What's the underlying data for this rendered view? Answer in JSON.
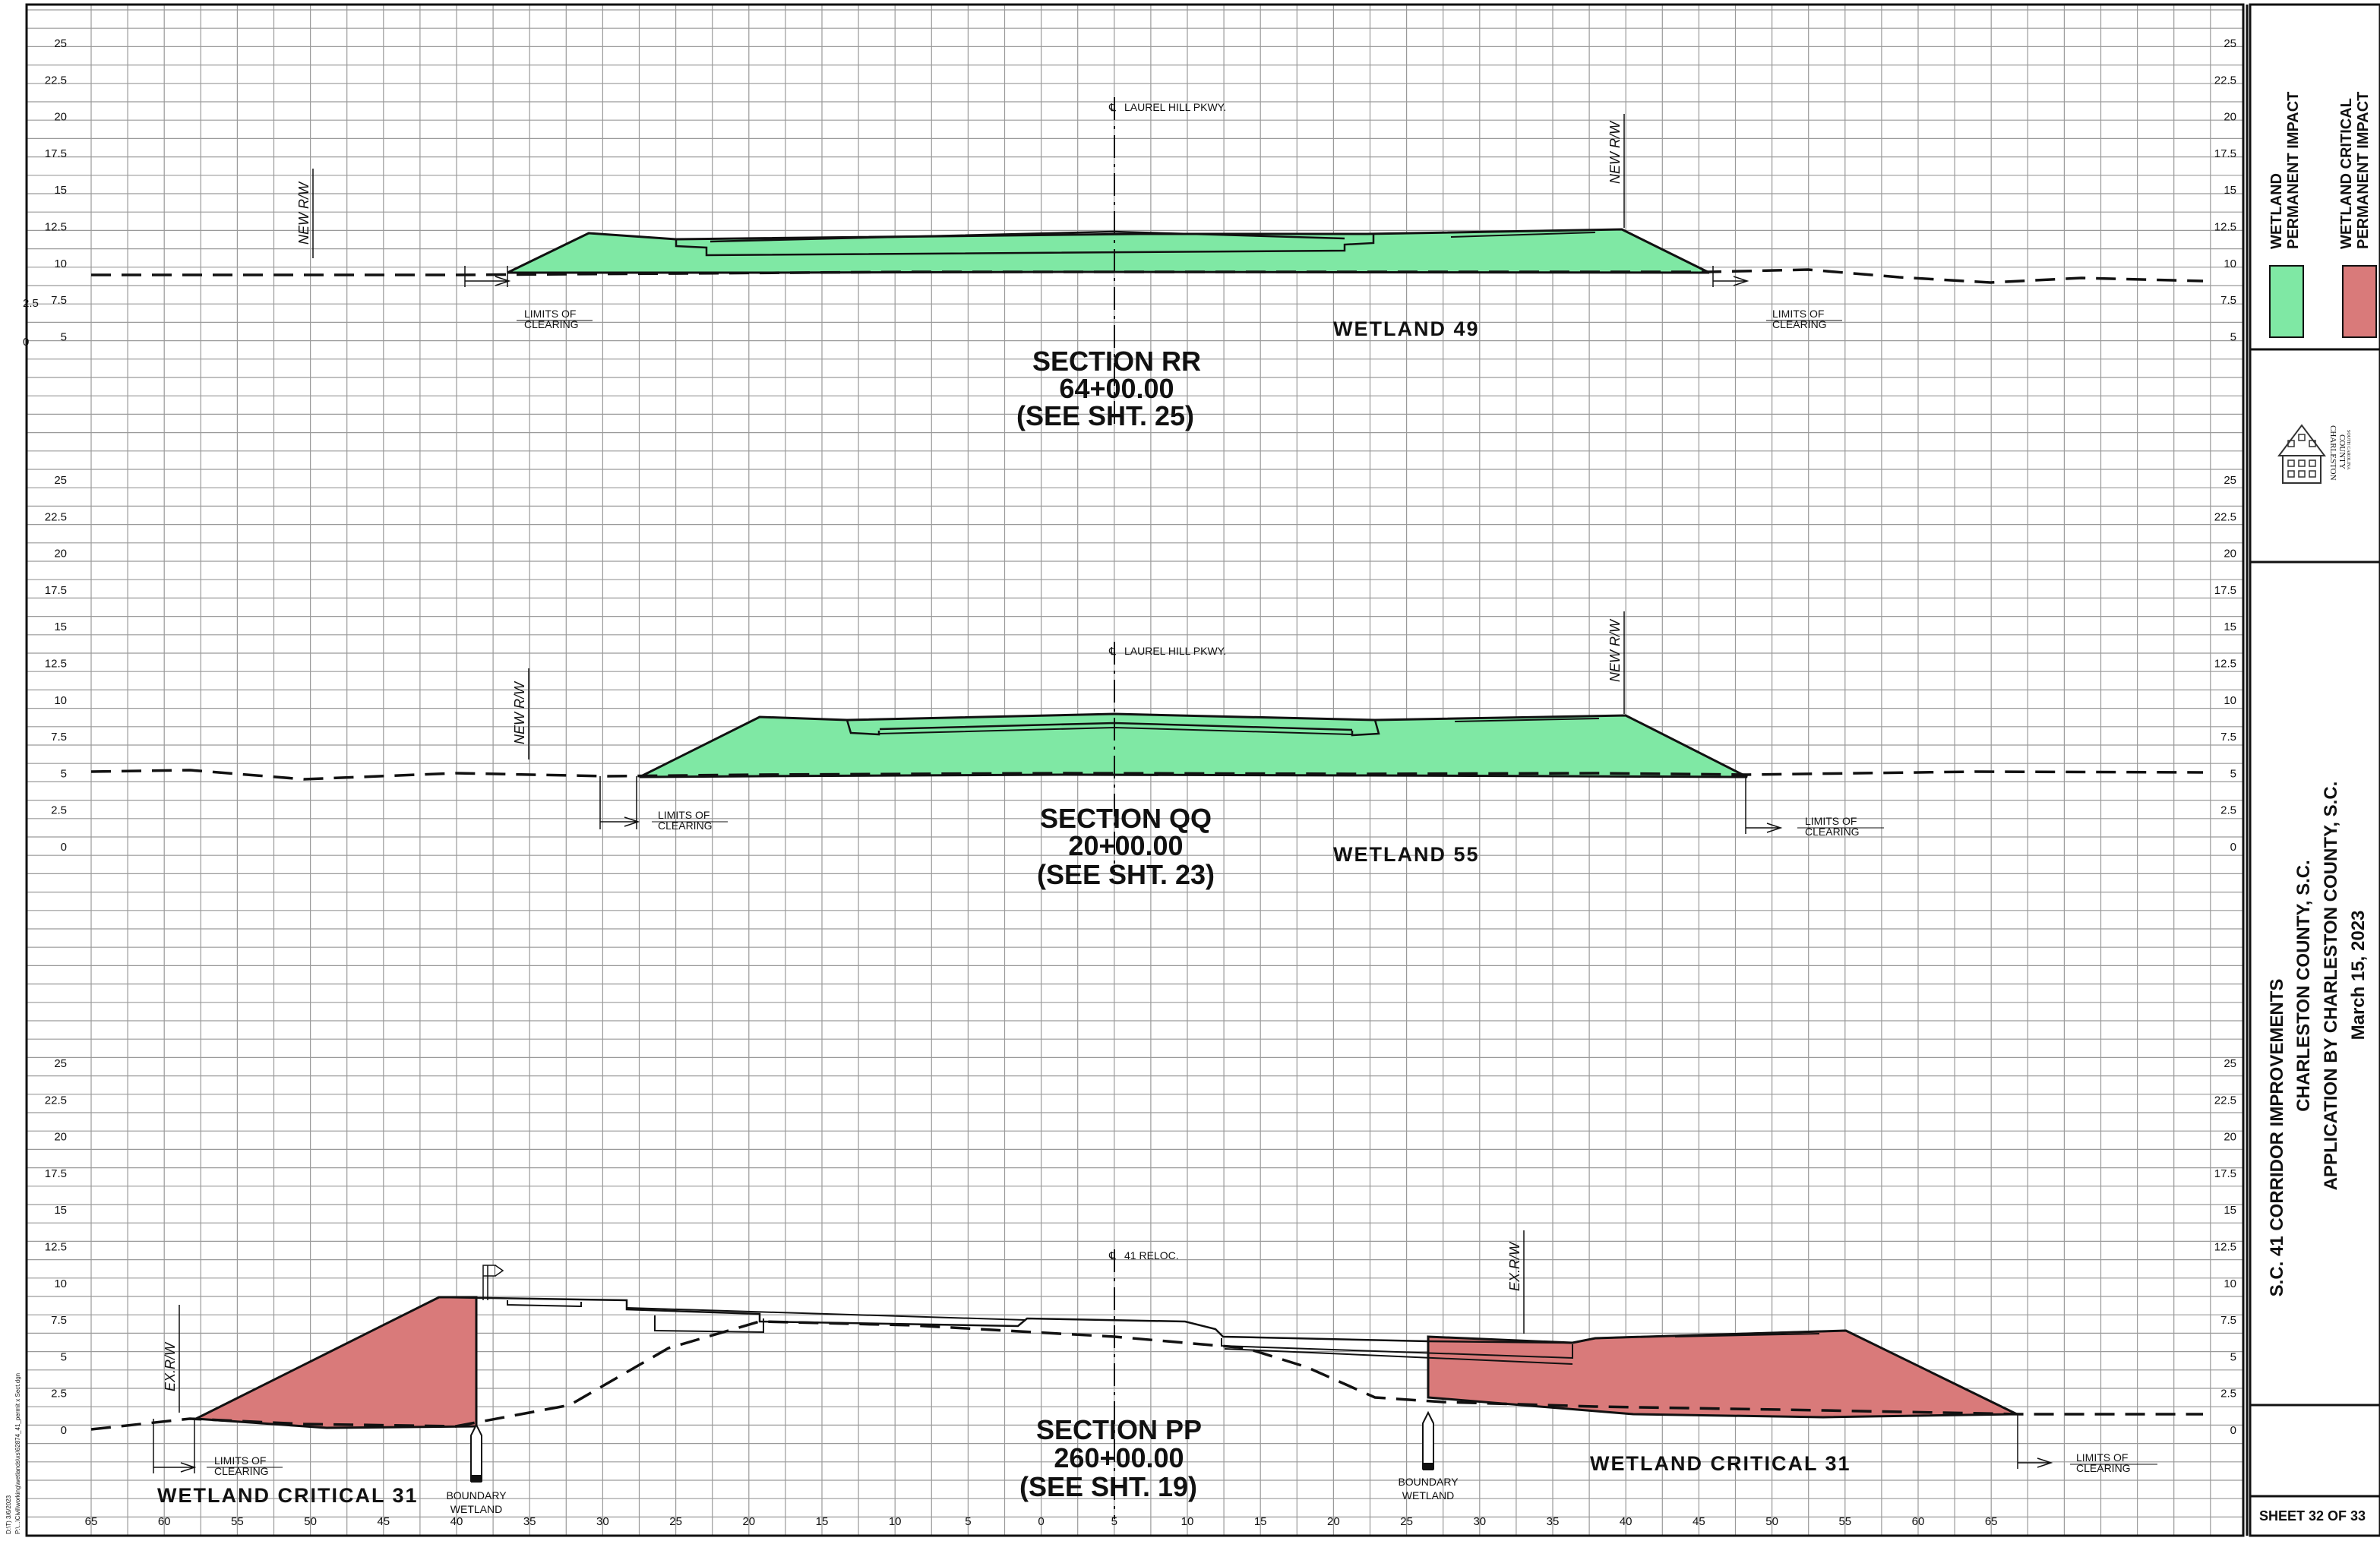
{
  "sheet": {
    "legend": {
      "wetland_label_1": "WETLAND",
      "wetland_label_2": "PERMANENT IMPACT",
      "wetland_color": "#7fe8a4",
      "critical_label_1": "WETLAND CRITICAL",
      "critical_label_2": "PERMANENT IMPACT",
      "critical_color": "#d97a7a"
    },
    "logo": {
      "line1": "CHARLESTON",
      "line2": "COUNTY",
      "line3": "SOUTH CAROLINA"
    },
    "title_block": {
      "line1": "S.C. 41 CORRIDOR IMPROVEMENTS",
      "line2": "CHARLESTON COUNTY, S.C.",
      "line3": "APPLICATION BY CHARLESTON COUNTY, S.C.",
      "line4": "March 15, 2023"
    },
    "sheet_number": "SHEET 32 OF 33",
    "plot_stamp_1": "D:\\T) 3/6/2023",
    "plot_stamp_2": "P:\\...\\Civil\\working\\wetlands\\xs\\62874_41_permit x Sect.dgn"
  },
  "elevation_ticks": [
    "25",
    "22.5",
    "20",
    "17.5",
    "15",
    "12.5",
    "10",
    "7.5",
    "5",
    "2.5",
    "0"
  ],
  "offset_ticks": [
    "65",
    "60",
    "55",
    "50",
    "45",
    "40",
    "35",
    "30",
    "25",
    "20",
    "15",
    "10",
    "5",
    "0",
    "5",
    "10",
    "15",
    "20",
    "25",
    "30",
    "35",
    "40",
    "45",
    "50",
    "55",
    "60",
    "65"
  ],
  "sections": [
    {
      "id": "RR",
      "title": "SECTION RR",
      "station": "64+00.00",
      "ref": "(SEE SHT. 25)",
      "centerline": "LAUREL HILL PKWY.",
      "wetland_label": "WETLAND 49",
      "left_rw": "NEW R/W",
      "right_rw": "NEW R/W",
      "left_clearing": [
        "LIMITS OF",
        "CLEARING"
      ],
      "right_clearing": [
        "LIMITS OF",
        "CLEARING"
      ],
      "side_ticks_left": [
        "25",
        "22.5",
        "20",
        "17.5",
        "15",
        "12.5",
        "10",
        "7.5",
        "5"
      ],
      "side_ticks_right": [
        "25",
        "22.5",
        "20",
        "17.5",
        "15",
        "12.5",
        "10",
        "7.5",
        "5"
      ],
      "extra_left_ticks": [
        "2.5",
        "0"
      ]
    },
    {
      "id": "QQ",
      "title": "SECTION QQ",
      "station": "20+00.00",
      "ref": "(SEE SHT. 23)",
      "centerline": "LAUREL HILL PKWY.",
      "wetland_label": "WETLAND 55",
      "left_rw": "NEW R/W",
      "right_rw": "NEW R/W",
      "left_clearing": [
        "LIMITS OF",
        "CLEARING"
      ],
      "right_clearing": [
        "LIMITS OF",
        "CLEARING"
      ]
    },
    {
      "id": "PP",
      "title": "SECTION PP",
      "station": "260+00.00",
      "ref": "(SEE SHT. 19)",
      "centerline": "41 RELOC.",
      "wetland_label_left": "WETLAND CRITICAL 31",
      "wetland_label_right": "WETLAND CRITICAL 31",
      "left_rw": "EX.R/W",
      "right_rw": "EX.R/W",
      "left_clearing": [
        "LIMITS OF",
        "CLEARING"
      ],
      "right_clearing": [
        "LIMITS OF",
        "CLEARING"
      ],
      "boundary_left": [
        "BOUNDARY",
        "WETLAND"
      ],
      "boundary_right": [
        "BOUNDARY",
        "WETLAND"
      ]
    }
  ]
}
